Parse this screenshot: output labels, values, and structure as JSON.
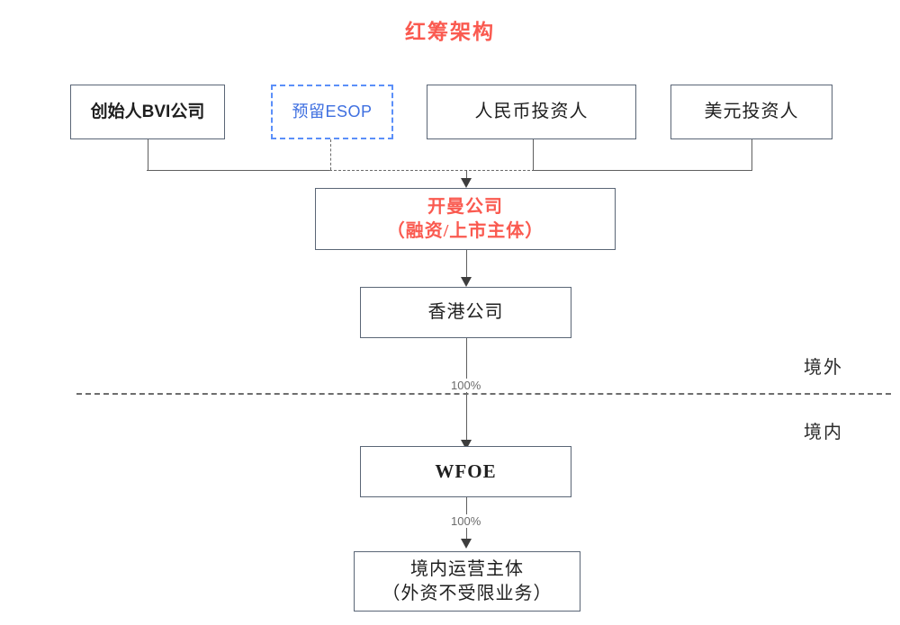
{
  "title": "红筹架构",
  "colors": {
    "accent_red": "#fa5a50",
    "esop_blue": "#5b8ff9",
    "box_border": "#5a6676",
    "connector": "#5f5f5f",
    "label_gray": "#6b6b6b"
  },
  "nodes": {
    "founder_bvi": {
      "label": "创始人BVI公司"
    },
    "esop": {
      "label": "预留ESOP"
    },
    "rmb_investor": {
      "label": "人民币投资人"
    },
    "usd_investor": {
      "label": "美元投资人"
    },
    "cayman": {
      "line1": "开曼公司",
      "line2": "（融资/上市主体）"
    },
    "hongkong": {
      "label": "香港公司"
    },
    "wfoe": {
      "label": "WFOE"
    },
    "domestic_entity": {
      "line1": "境内运营主体",
      "line2": "（外资不受限业务）"
    }
  },
  "edge_labels": {
    "hk_to_wfoe": "100%",
    "wfoe_to_entity": "100%"
  },
  "regions": {
    "offshore": "境外",
    "onshore": "境内"
  }
}
